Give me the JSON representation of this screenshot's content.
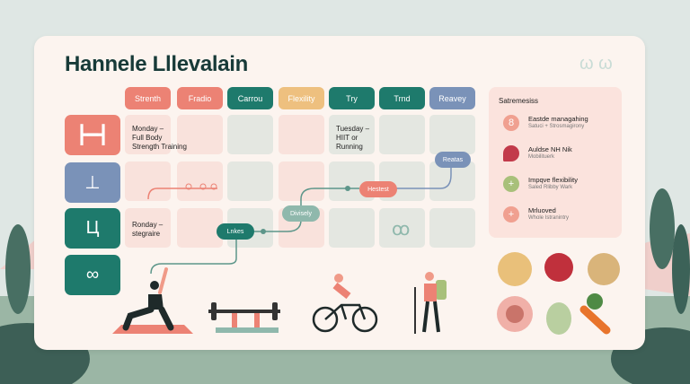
{
  "title": "Hannele Lllevalain",
  "corner_mark": "ω ω",
  "colors": {
    "coral": "#ec8274",
    "teal": "#1e7a6c",
    "yellow": "#eec07f",
    "blue": "#7a92b8"
  },
  "columns": [
    "Strenth",
    "Fradio",
    "Carrou",
    "Flexility",
    "Try",
    "Trnd",
    "Reavey"
  ],
  "tiles": [
    "dumbbell-icon",
    "bench-icon",
    "squat-rack-icon",
    "rings-icon"
  ],
  "cells": {
    "monday": [
      "Monday –",
      "Full Body",
      "Strength Training"
    ],
    "tuesday": [
      "Tuesday –",
      "HIIT or",
      "Running"
    ],
    "monday2": [
      "Ronday –",
      "stegraire"
    ]
  },
  "pills": {
    "rest": "Reatas",
    "hestest": "Hestest",
    "divisely": "Divisely",
    "lnkes": "Lnkes"
  },
  "panel": {
    "title": "Satremesiss",
    "items": [
      {
        "badge": "8",
        "title": "Eastde managahing",
        "sub": "Satuci + Strosmagirony"
      },
      {
        "badge": "",
        "title": "Auldse NH Nik",
        "sub": "Mobilituerk"
      },
      {
        "badge": "+",
        "title": "Impqve flexibility",
        "sub": "Saled Rlibby Wark"
      },
      {
        "badge": "+",
        "title": "Mrluoved",
        "sub": "Whole Istranintry"
      }
    ]
  }
}
